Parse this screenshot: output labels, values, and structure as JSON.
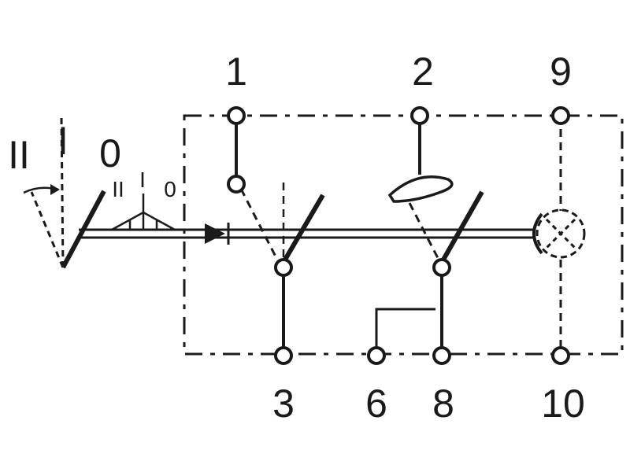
{
  "diagram": {
    "terminals": {
      "t1": "1",
      "t2": "2",
      "t9": "9",
      "t3": "3",
      "t6": "6",
      "t8": "8",
      "t10": "10"
    },
    "lever_positions": {
      "outer_II": "II",
      "outer_I": "I",
      "outer_0": "0",
      "inner_II": "II",
      "inner_I": "I",
      "inner_0": "0"
    },
    "colors": {
      "line": "#1a1a1a",
      "background": "#ffffff"
    }
  }
}
